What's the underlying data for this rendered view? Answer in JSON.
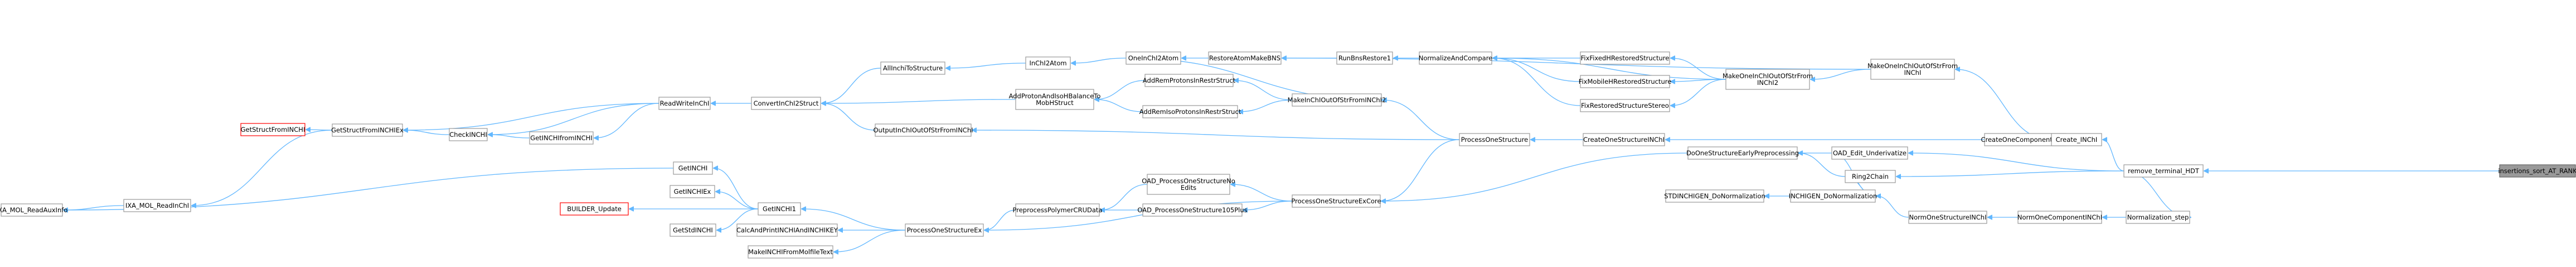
{
  "graph": {
    "focus_node": "insertions_sort_AT_RANK",
    "nodes": {
      "IXA_MOL_ReadAuxInfo": "IXA_MOL_ReadAuxInfo",
      "IXA_MOL_ReadInChI": "IXA_MOL_ReadInChI",
      "GetStructFromINCHI": "GetStructFromINCHI",
      "GetStructFromINCHIEx": "GetStructFromINCHIEx",
      "CheckINCHI": "CheckINCHI",
      "GetINCHIfromINCHI": "GetINCHIfromINCHI",
      "ReadWriteInChI": "ReadWriteInChI",
      "ConvertInChI2Struct": "ConvertInChI2Struct",
      "AllInchiToStructure": "AllInchiToStructure",
      "InChI2Atom": "InChI2Atom",
      "OneInChI2Atom": "OneInChI2Atom",
      "RestoreAtomMakeBNS": "RestoreAtomMakeBNS",
      "RunBnsRestore1": "RunBnsRestore1",
      "NormalizeAndCompare": "NormalizeAndCompare",
      "FixFixedHRestoredStructure": "FixFixedHRestoredStructure",
      "FixMobileHRestoredStructure": "FixMobileHRestoredStructure",
      "FixRestoredStructureStereo": "FixRestoredStructureStereo",
      "MakeOneInChIOutOfStrFromINChI2": "MakeOneInChIOutOfStrFrom\nINChI2",
      "MakeOneInChIOutOfStrFromINChI": "MakeOneInChIOutOfStrFrom\nINChI",
      "AddProtonAndIsoHBalanceToMobHStruct": "AddProtonAndIsoHBalanceTo\nMobHStruct",
      "AddRemProtonsInRestrStruct": "AddRemProtonsInRestrStruct",
      "AddRemIsoProtonsInRestrStruct": "AddRemIsoProtonsInRestrStruct",
      "MakeInChIOutOfStrFromINChI2": "MakeInChIOutOfStrFromINChI2",
      "OutputInChIOutOfStrFromINChI": "OutputInChIOutOfStrFromINChI",
      "ProcessOneStructure": "ProcessOneStructure",
      "CreateOneStructureINChI": "CreateOneStructureINChI",
      "CreateOneComponentINChI": "CreateOneComponentINChI",
      "Create_INChI": "Create_INChI",
      "remove_terminal_HDT": "remove_terminal_HDT",
      "insertions_sort_AT_RANK": "insertions_sort_AT_RANK",
      "GetINCHI": "GetINCHI",
      "GetINCHIEx": "GetINCHIEx",
      "BUILDER_Update": "BUILDER_Update",
      "GetINCHI1": "GetINCHI1",
      "GetStdINCHI": "GetStdINCHI",
      "CalcAndPrintINCHIAndINCHIKEY": "CalcAndPrintINCHIAndINCHIKEY",
      "MakeINCHIFromMolfileText": "MakeINCHIFromMolfileText",
      "ProcessOneStructureEx": "ProcessOneStructureEx",
      "PreprocessPolymerCRUData": "PreprocessPolymerCRUData",
      "OAD_ProcessOneStructureNoEdits": "OAD_ProcessOneStructureNo\nEdits",
      "OAD_ProcessOneStructure105Plus": "OAD_ProcessOneStructure105Plus",
      "ProcessOneStructureExCore": "ProcessOneStructureExCore",
      "DoOneStructureEarlyPreprocessing": "DoOneStructureEarlyPreprocessing",
      "OAD_Edit_Underivatize": "OAD_Edit_Underivatize",
      "Ring2Chain": "Ring2Chain",
      "STDINCHIGEN_DoNormalization": "STDINCHIGEN_DoNormalization",
      "INCHIGEN_DoNormalization": "INCHIGEN_DoNormalization",
      "NormOneStructureINChI": "NormOneStructureINChI",
      "NormOneComponentINChI": "NormOneComponentINChI",
      "Normalization_step": "Normalization_step"
    },
    "edges": [
      [
        "remove_terminal_HDT",
        "insertions_sort_AT_RANK"
      ],
      [
        "Create_INChI",
        "remove_terminal_HDT"
      ],
      [
        "OAD_Edit_Underivatize",
        "remove_terminal_HDT"
      ],
      [
        "Ring2Chain",
        "remove_terminal_HDT"
      ],
      [
        "Normalization_step",
        "remove_terminal_HDT"
      ],
      [
        "MakeOneInChIOutOfStrFromINChI",
        "Create_INChI"
      ],
      [
        "CreateOneComponentINChI",
        "Create_INChI"
      ],
      [
        "MakeOneInChIOutOfStrFromINChI2",
        "MakeOneInChIOutOfStrFromINChI"
      ],
      [
        "RestoreAtomMakeBNS",
        "MakeOneInChIOutOfStrFromINChI"
      ],
      [
        "NormalizeAndCompare",
        "MakeOneInChIOutOfStrFromINChI2"
      ],
      [
        "FixFixedHRestoredStructure",
        "MakeOneInChIOutOfStrFromINChI2"
      ],
      [
        "FixMobileHRestoredStructure",
        "MakeOneInChIOutOfStrFromINChI2"
      ],
      [
        "FixRestoredStructureStereo",
        "MakeOneInChIOutOfStrFromINChI2"
      ],
      [
        "RunBnsRestore1",
        "NormalizeAndCompare"
      ],
      [
        "NormalizeAndCompare",
        "FixFixedHRestoredStructure"
      ],
      [
        "NormalizeAndCompare",
        "FixMobileHRestoredStructure"
      ],
      [
        "NormalizeAndCompare",
        "FixRestoredStructureStereo"
      ],
      [
        "RestoreAtomMakeBNS",
        "RunBnsRestore1"
      ],
      [
        "OneInChI2Atom",
        "RestoreAtomMakeBNS"
      ],
      [
        "InChI2Atom",
        "OneInChI2Atom"
      ],
      [
        "MakeInChIOutOfStrFromINChI2",
        "OneInChI2Atom"
      ],
      [
        "AllInchiToStructure",
        "InChI2Atom"
      ],
      [
        "ConvertInChI2Struct",
        "AllInchiToStructure"
      ],
      [
        "ConvertInChI2Struct",
        "AddProtonAndIsoHBalanceToMobHStruct"
      ],
      [
        "ConvertInChI2Struct",
        "OutputInChIOutOfStrFromINChI"
      ],
      [
        "AddProtonAndIsoHBalanceToMobHStruct",
        "AddRemProtonsInRestrStruct"
      ],
      [
        "AddProtonAndIsoHBalanceToMobHStruct",
        "AddRemIsoProtonsInRestrStruct"
      ],
      [
        "AddRemProtonsInRestrStruct",
        "MakeInChIOutOfStrFromINChI2"
      ],
      [
        "AddRemIsoProtonsInRestrStruct",
        "MakeInChIOutOfStrFromINChI2"
      ],
      [
        "OutputInChIOutOfStrFromINChI",
        "ProcessOneStructure"
      ],
      [
        "MakeInChIOutOfStrFromINChI2",
        "ProcessOneStructure"
      ],
      [
        "ProcessOneStructure",
        "CreateOneStructureINChI"
      ],
      [
        "ProcessOneStructureExCore",
        "ProcessOneStructure"
      ],
      [
        "CreateOneStructureINChI",
        "CreateOneComponentINChI"
      ],
      [
        "ReadWriteInChI",
        "ConvertInChI2Struct"
      ],
      [
        "GetStructFromINCHIEx",
        "ReadWriteInChI"
      ],
      [
        "CheckINCHI",
        "ReadWriteInChI"
      ],
      [
        "GetINCHIfromINCHI",
        "ReadWriteInChI"
      ],
      [
        "GetStructFromINCHIEx",
        "CheckINCHI"
      ],
      [
        "CheckINCHI",
        "GetINCHIfromINCHI"
      ],
      [
        "GetStructFromINCHI",
        "GetStructFromINCHIEx"
      ],
      [
        "IXA_MOL_ReadInChI",
        "GetStructFromINCHIEx"
      ],
      [
        "IXA_MOL_ReadAuxInfo",
        "IXA_MOL_ReadInChI"
      ],
      [
        "IXA_MOL_ReadAuxInfo",
        "GetINCHI"
      ],
      [
        "GetINCHI",
        "GetINCHI1"
      ],
      [
        "GetINCHIEx",
        "GetINCHI1"
      ],
      [
        "BUILDER_Update",
        "GetINCHI1"
      ],
      [
        "GetStdINCHI",
        "GetINCHI1"
      ],
      [
        "GetINCHI1",
        "ProcessOneStructureEx"
      ],
      [
        "CalcAndPrintINCHIAndINCHIKEY",
        "ProcessOneStructureEx"
      ],
      [
        "MakeINCHIFromMolfileText",
        "ProcessOneStructureEx"
      ],
      [
        "ProcessOneStructureEx",
        "PreprocessPolymerCRUData"
      ],
      [
        "ProcessOneStructureEx",
        "ProcessOneStructureExCore"
      ],
      [
        "PreprocessPolymerCRUData",
        "OAD_ProcessOneStructureNoEdits"
      ],
      [
        "PreprocessPolymerCRUData",
        "OAD_ProcessOneStructure105Plus"
      ],
      [
        "OAD_ProcessOneStructureNoEdits",
        "ProcessOneStructureExCore"
      ],
      [
        "OAD_ProcessOneStructure105Plus",
        "ProcessOneStructureExCore"
      ],
      [
        "ProcessOneStructureExCore",
        "DoOneStructureEarlyPreprocessing"
      ],
      [
        "DoOneStructureEarlyPreprocessing",
        "OAD_Edit_Underivatize"
      ],
      [
        "DoOneStructureEarlyPreprocessing",
        "Ring2Chain"
      ],
      [
        "STDINCHIGEN_DoNormalization",
        "INCHIGEN_DoNormalization"
      ],
      [
        "INCHIGEN_DoNormalization",
        "OAD_Edit_Underivatize"
      ],
      [
        "INCHIGEN_DoNormalization",
        "Ring2Chain"
      ],
      [
        "INCHIGEN_DoNormalization",
        "NormOneStructureINChI"
      ],
      [
        "NormOneStructureINChI",
        "NormOneComponentINChI"
      ],
      [
        "NormOneComponentINChI",
        "Normalization_step"
      ]
    ],
    "colors": {
      "edge": "#63b8ff",
      "box_border": "#999999",
      "red_border": "#ff0000",
      "focus_fill": "#999999"
    },
    "red_nodes": [
      "GetStructFromINCHI",
      "BUILDER_Update"
    ]
  }
}
